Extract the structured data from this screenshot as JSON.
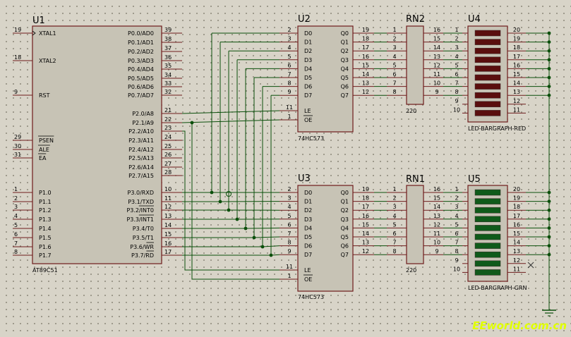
{
  "colors": {
    "background": "#d8d4c8",
    "body_border": "#6e1c1c",
    "chip_fill": "#c7c3b5",
    "wire": "#0b4f0b",
    "red_segment": "#5a0e0e",
    "green_segment": "#0f5a1a",
    "watermark": "#e0ff00"
  },
  "mcu": {
    "ref": "U1",
    "part": "AT89C51",
    "left_pins": [
      {
        "num": "19",
        "name": "XTAL1",
        "clock": true
      },
      {
        "num": "18",
        "name": "XTAL2"
      },
      {
        "num": "9",
        "name": "RST"
      },
      {
        "num": "29",
        "name": "PSEN",
        "overbar": true
      },
      {
        "num": "30",
        "name": "ALE",
        "overbar": true
      },
      {
        "num": "31",
        "name": "EA",
        "overbar": true
      },
      {
        "num": "1",
        "name": "P1.0"
      },
      {
        "num": "2",
        "name": "P1.1"
      },
      {
        "num": "3",
        "name": "P1.2"
      },
      {
        "num": "4",
        "name": "P1.3"
      },
      {
        "num": "5",
        "name": "P1.4"
      },
      {
        "num": "6",
        "name": "P1.5"
      },
      {
        "num": "7",
        "name": "P1.6"
      },
      {
        "num": "8",
        "name": "P1.7"
      }
    ],
    "right_pins": [
      {
        "num": "39",
        "name": "P0.0/AD0"
      },
      {
        "num": "38",
        "name": "P0.1/AD1"
      },
      {
        "num": "37",
        "name": "P0.2/AD2"
      },
      {
        "num": "36",
        "name": "P0.3/AD3"
      },
      {
        "num": "35",
        "name": "P0.4/AD4"
      },
      {
        "num": "34",
        "name": "P0.5/AD5"
      },
      {
        "num": "33",
        "name": "P0.6/AD6"
      },
      {
        "num": "32",
        "name": "P0.7/AD7"
      },
      {
        "num": "21",
        "name": "P2.0/A8"
      },
      {
        "num": "22",
        "name": "P2.1/A9"
      },
      {
        "num": "23",
        "name": "P2.2/A10"
      },
      {
        "num": "24",
        "name": "P2.3/A11"
      },
      {
        "num": "25",
        "name": "P2.4/A12"
      },
      {
        "num": "26",
        "name": "P2.5/A13"
      },
      {
        "num": "27",
        "name": "P2.6/A14"
      },
      {
        "num": "28",
        "name": "P2.7/A15"
      },
      {
        "num": "10",
        "name": "P3.0/RXD"
      },
      {
        "num": "11",
        "name": "P3.1/TXD"
      },
      {
        "num": "12",
        "name": "P3.2/INT0",
        "overbar_part": "INT0"
      },
      {
        "num": "13",
        "name": "P3.3/INT1",
        "overbar_part": "INT1"
      },
      {
        "num": "14",
        "name": "P3.4/T0"
      },
      {
        "num": "15",
        "name": "P3.5/T1"
      },
      {
        "num": "16",
        "name": "P3.6/WR",
        "overbar_part": "WR"
      },
      {
        "num": "17",
        "name": "P3.7/RD",
        "overbar_part": "RD"
      }
    ]
  },
  "latches": [
    {
      "ref": "U2",
      "part": "74HC573",
      "d_pins": [
        {
          "num": "2",
          "name": "D0"
        },
        {
          "num": "3",
          "name": "D1"
        },
        {
          "num": "4",
          "name": "D2"
        },
        {
          "num": "5",
          "name": "D3"
        },
        {
          "num": "6",
          "name": "D4"
        },
        {
          "num": "7",
          "name": "D5"
        },
        {
          "num": "8",
          "name": "D6"
        },
        {
          "num": "9",
          "name": "D7"
        }
      ],
      "ctrl_pins": [
        {
          "num": "11",
          "name": "LE"
        },
        {
          "num": "1",
          "name": "OE",
          "overbar": true
        }
      ],
      "q_pins": [
        {
          "num": "19",
          "name": "Q0"
        },
        {
          "num": "18",
          "name": "Q1"
        },
        {
          "num": "17",
          "name": "Q2"
        },
        {
          "num": "16",
          "name": "Q3"
        },
        {
          "num": "15",
          "name": "Q4"
        },
        {
          "num": "14",
          "name": "Q5"
        },
        {
          "num": "13",
          "name": "Q6"
        },
        {
          "num": "12",
          "name": "Q7"
        }
      ]
    },
    {
      "ref": "U3",
      "part": "74HC573",
      "d_pins": [
        {
          "num": "2",
          "name": "D0"
        },
        {
          "num": "3",
          "name": "D1"
        },
        {
          "num": "4",
          "name": "D2"
        },
        {
          "num": "5",
          "name": "D3"
        },
        {
          "num": "6",
          "name": "D4"
        },
        {
          "num": "7",
          "name": "D5"
        },
        {
          "num": "8",
          "name": "D6"
        },
        {
          "num": "9",
          "name": "D7"
        }
      ],
      "ctrl_pins": [
        {
          "num": "11",
          "name": "LE"
        },
        {
          "num": "1",
          "name": "OE",
          "overbar": true
        }
      ],
      "q_pins": [
        {
          "num": "19",
          "name": "Q0"
        },
        {
          "num": "18",
          "name": "Q1"
        },
        {
          "num": "17",
          "name": "Q2"
        },
        {
          "num": "16",
          "name": "Q3"
        },
        {
          "num": "15",
          "name": "Q4"
        },
        {
          "num": "14",
          "name": "Q5"
        },
        {
          "num": "13",
          "name": "Q6"
        },
        {
          "num": "12",
          "name": "Q7"
        }
      ]
    }
  ],
  "resistor_packs": [
    {
      "ref": "RN2",
      "value": "220",
      "left_nums": [
        "1",
        "2",
        "3",
        "4",
        "5",
        "6",
        "7",
        "8"
      ],
      "right_nums": [
        "16",
        "15",
        "14",
        "13",
        "12",
        "11",
        "10",
        "9"
      ]
    },
    {
      "ref": "RN1",
      "value": "220",
      "left_nums": [
        "1",
        "2",
        "3",
        "4",
        "5",
        "6",
        "7",
        "8"
      ],
      "right_nums": [
        "16",
        "15",
        "14",
        "13",
        "12",
        "11",
        "10",
        "9"
      ]
    }
  ],
  "bargraphs": [
    {
      "ref": "U4",
      "part": "LED-BARGRAPH-RED",
      "color": "red",
      "left_nums": [
        "1",
        "2",
        "3",
        "4",
        "5",
        "6",
        "7",
        "8",
        "9",
        "10"
      ],
      "right_nums": [
        "20",
        "19",
        "18",
        "17",
        "16",
        "15",
        "14",
        "13",
        "12",
        "11"
      ]
    },
    {
      "ref": "U5",
      "part": "LED-BARGRAPH-GRN",
      "color": "green",
      "left_nums": [
        "1",
        "2",
        "3",
        "4",
        "5",
        "6",
        "7",
        "8",
        "9",
        "10"
      ],
      "right_nums": [
        "20",
        "19",
        "18",
        "17",
        "16",
        "15",
        "14",
        "13",
        "12",
        "11"
      ]
    }
  ],
  "watermark": "EEworld.com.cn"
}
